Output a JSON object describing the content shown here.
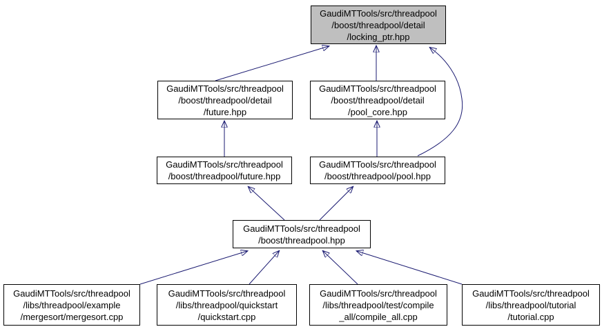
{
  "diagram": {
    "type": "include-dependency-graph",
    "colors": {
      "edge": "#191970",
      "node_border": "#000000",
      "node_fill": "#ffffff",
      "highlighted_node_fill": "#bfbfbf",
      "text": "#000000",
      "background": "#ffffff"
    },
    "nodes": {
      "locking_ptr": {
        "label": "GaudiMTTools/src/threadpool\n/boost/threadpool/detail\n/locking_ptr.hpp",
        "highlighted": true
      },
      "future_detail": {
        "label": "GaudiMTTools/src/threadpool\n/boost/threadpool/detail\n/future.hpp",
        "highlighted": false
      },
      "pool_core": {
        "label": "GaudiMTTools/src/threadpool\n/boost/threadpool/detail\n/pool_core.hpp",
        "highlighted": false
      },
      "future": {
        "label": "GaudiMTTools/src/threadpool\n/boost/threadpool/future.hpp",
        "highlighted": false
      },
      "pool": {
        "label": "GaudiMTTools/src/threadpool\n/boost/threadpool/pool.hpp",
        "highlighted": false
      },
      "threadpool": {
        "label": "GaudiMTTools/src/threadpool\n/boost/threadpool.hpp",
        "highlighted": false
      },
      "mergesort": {
        "label": "GaudiMTTools/src/threadpool\n/libs/threadpool/example\n/mergesort/mergesort.cpp",
        "highlighted": false
      },
      "quickstart": {
        "label": "GaudiMTTools/src/threadpool\n/libs/threadpool/quickstart\n/quickstart.cpp",
        "highlighted": false
      },
      "compile_all": {
        "label": "GaudiMTTools/src/threadpool\n/libs/threadpool/test/compile\n_all/compile_all.cpp",
        "highlighted": false
      },
      "tutorial": {
        "label": "GaudiMTTools/src/threadpool\n/libs/threadpool/tutorial\n/tutorial.cpp",
        "highlighted": false
      }
    },
    "edges": [
      {
        "from": "future_detail",
        "to": "locking_ptr"
      },
      {
        "from": "pool_core",
        "to": "locking_ptr"
      },
      {
        "from": "pool",
        "to": "locking_ptr"
      },
      {
        "from": "future",
        "to": "future_detail"
      },
      {
        "from": "pool",
        "to": "pool_core"
      },
      {
        "from": "threadpool",
        "to": "future"
      },
      {
        "from": "threadpool",
        "to": "pool"
      },
      {
        "from": "mergesort",
        "to": "threadpool"
      },
      {
        "from": "quickstart",
        "to": "threadpool"
      },
      {
        "from": "compile_all",
        "to": "threadpool"
      },
      {
        "from": "tutorial",
        "to": "threadpool"
      }
    ]
  }
}
